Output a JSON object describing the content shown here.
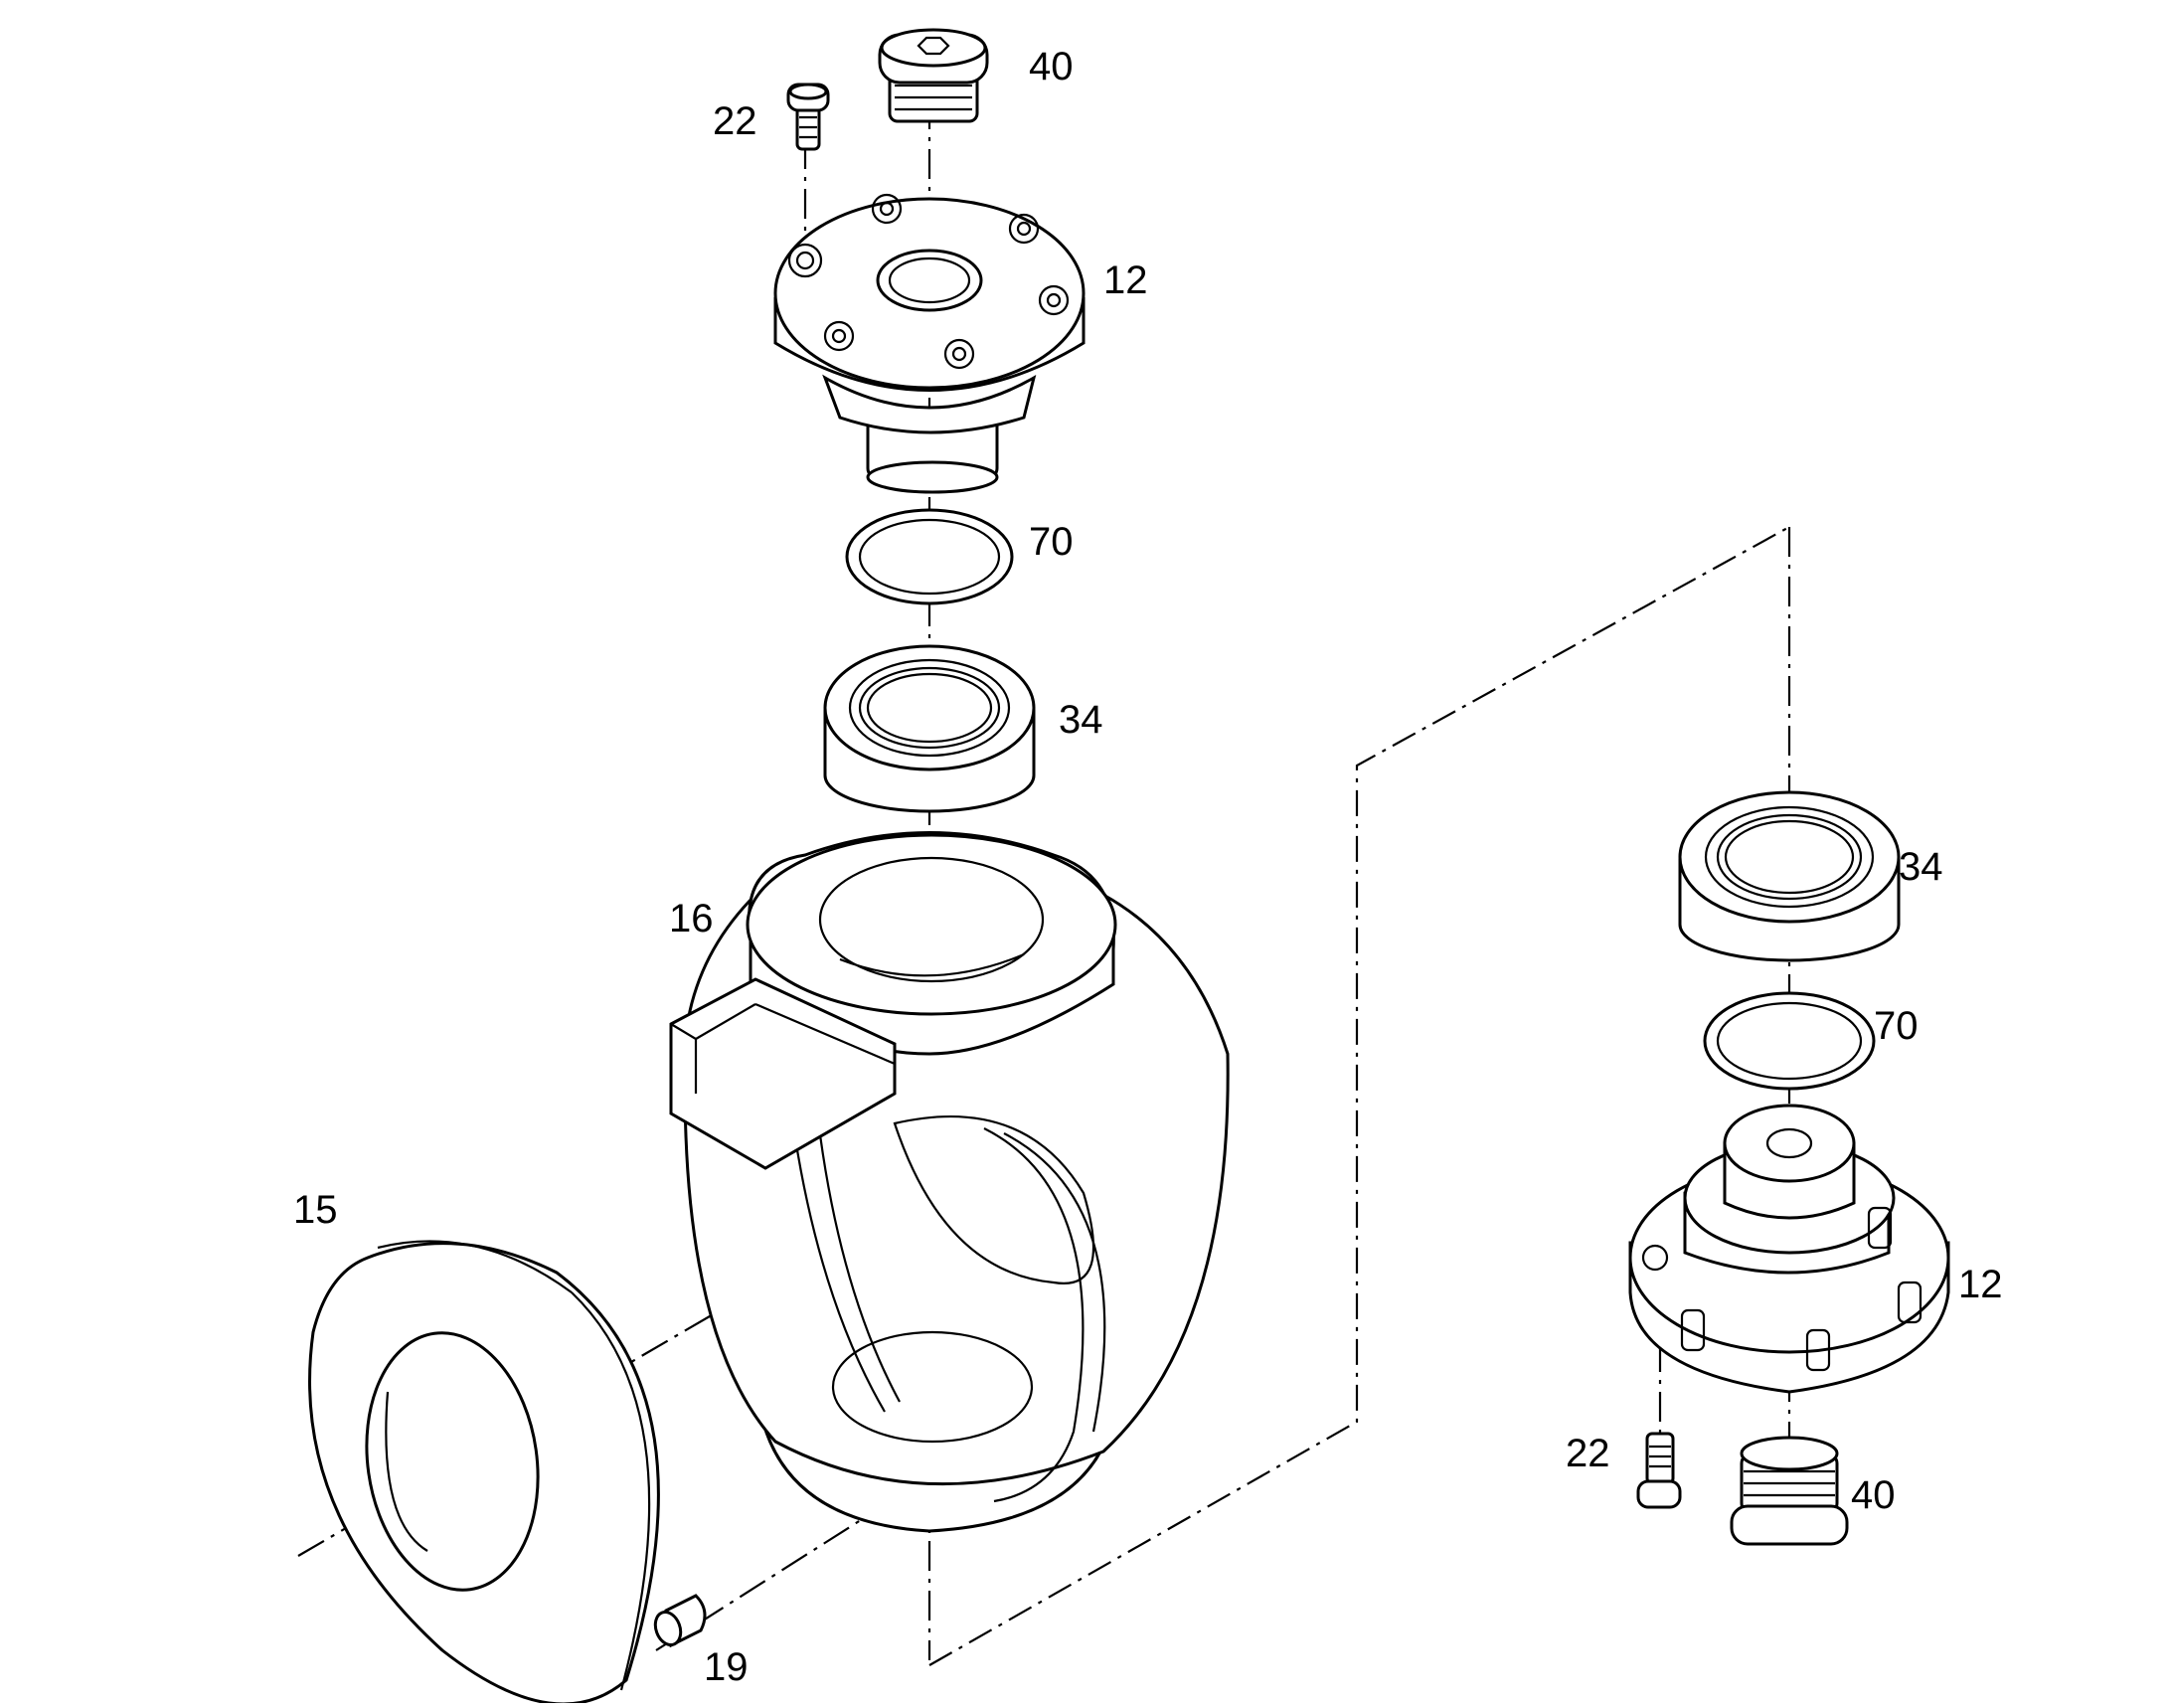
{
  "callouts": {
    "plug_top": "40",
    "screw_top": "22",
    "cover_top": "12",
    "oring_top": "70",
    "bearing_top": "34",
    "housing": "16",
    "seal_plate": "15",
    "pin": "19",
    "bearing_right": "34",
    "oring_right": "70",
    "cover_right": "12",
    "screw_right": "22",
    "plug_right": "40"
  }
}
